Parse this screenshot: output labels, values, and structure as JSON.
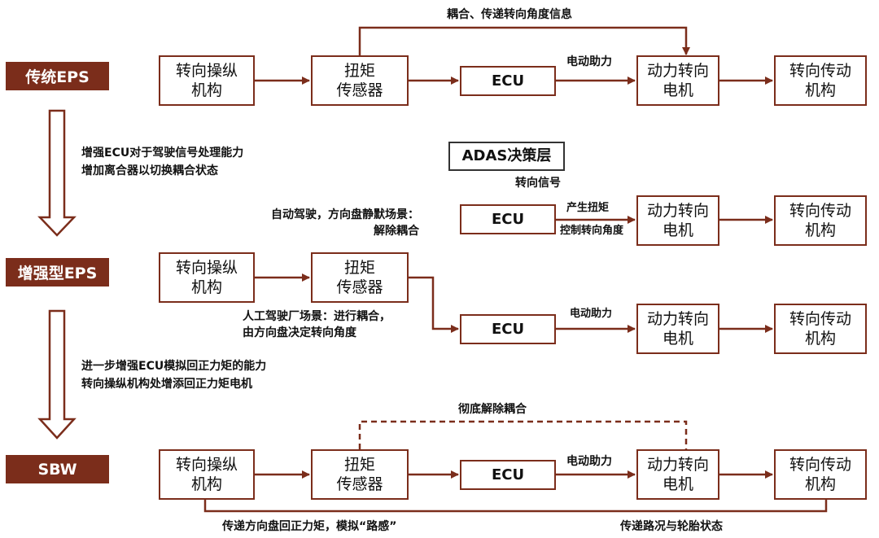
{
  "colors": {
    "accent": "#7b2d1b",
    "adas_border": "#333333"
  },
  "tags": {
    "traditional": "传统EPS",
    "enhanced": "增强型EPS",
    "sbw": "SBW"
  },
  "row1": {
    "steering_mechanism": "转向操纵\n机构",
    "torque_sensor": "扭矩\n传感器",
    "ecu": "ECU",
    "motor": "动力转向\n电机",
    "transmission": "转向传动\n机构",
    "label_coupling": "耦合、传递转向角度信息",
    "label_assist": "电动助力"
  },
  "transition1": {
    "line1": "增强ECU对于驾驶信号处理能力",
    "line2": "增加离合器以切换耦合状态"
  },
  "adas": {
    "title": "ADAS决策层",
    "signal": "转向信号",
    "auto_scene": "自动驾驶，方向盘静默场景：\n解除耦合",
    "ecu": "ECU",
    "label_torque": "产生扭矩",
    "label_angle": "控制转向角度",
    "motor": "动力转向\n电机",
    "transmission": "转向传动\n机构"
  },
  "row2": {
    "steering_mechanism": "转向操纵\n机构",
    "torque_sensor": "扭矩\n传感器",
    "manual_scene": "人工驾驶厂场景：进行耦合，\n由方向盘决定转向角度",
    "ecu": "ECU",
    "label_assist": "电动助力",
    "motor": "动力转向\n电机",
    "transmission": "转向传动\n机构"
  },
  "transition2": {
    "line1": "进一步增强ECU模拟回正力矩的能力",
    "line2": "转向操纵机构处增添回正力矩电机"
  },
  "row3": {
    "steering_mechanism": "转向操纵\n机构",
    "torque_sensor": "扭矩\n传感器",
    "ecu": "ECU",
    "motor": "动力转向\n电机",
    "transmission": "转向传动\n机构",
    "label_decouple": "彻底解除耦合",
    "label_assist": "电动助力",
    "label_feedback": "传递方向盘回正力矩，模拟“路感”",
    "label_road": "传递路况与轮胎状态"
  }
}
